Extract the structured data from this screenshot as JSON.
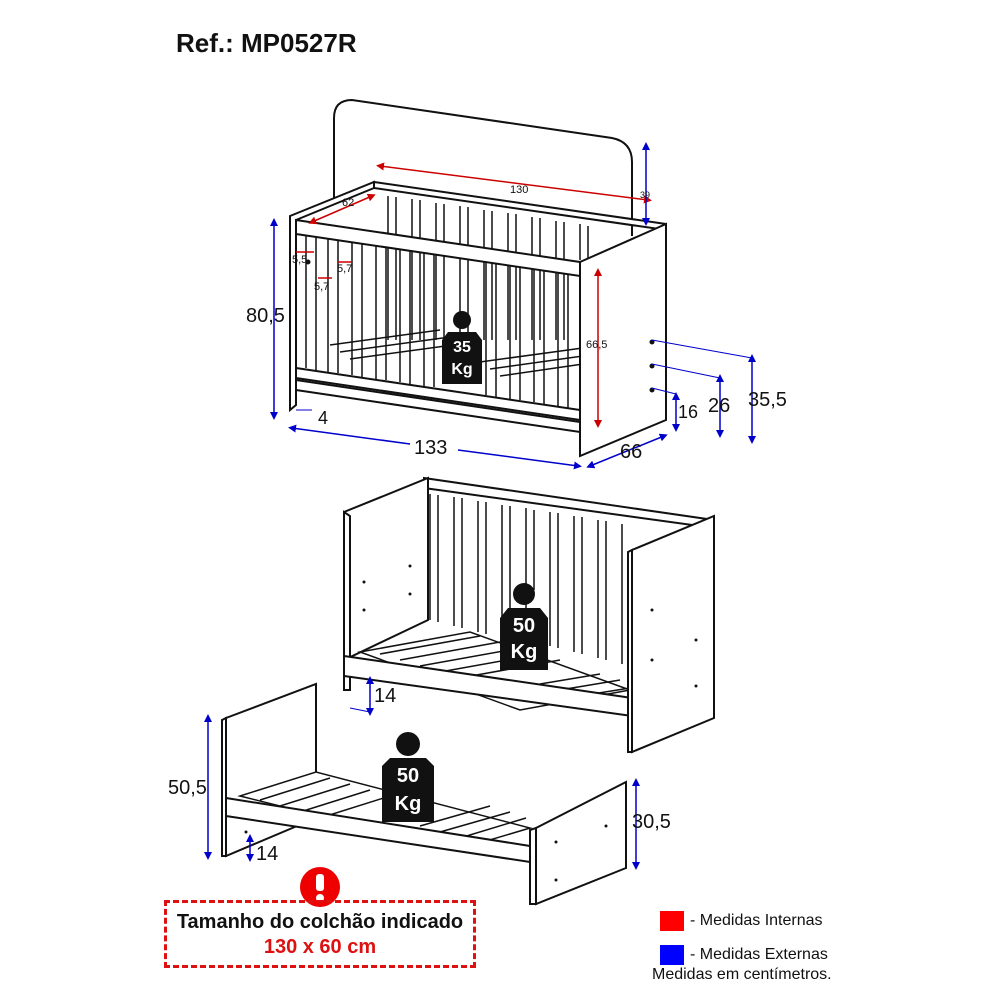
{
  "reference": "Ref.: MP0527R",
  "crib_dims": {
    "inner_length": "130",
    "inner_width": "62",
    "headboard": "39",
    "slat_gap_a": "5,5",
    "slat_gap_b": "5,7",
    "slat_gap_c": "5,7",
    "total_height": "80,5",
    "inner_height": "66,5",
    "foot": "4",
    "length": "133",
    "depth": "66",
    "h16": "16",
    "h26": "26",
    "h355": "35,5",
    "weight": [
      "35",
      "Kg"
    ]
  },
  "sofa_dims": {
    "foot": "14",
    "weight": [
      "50",
      "Kg"
    ]
  },
  "bed_dims": {
    "height": "50,5",
    "foot_height": "30,5",
    "foot": "14",
    "weight": [
      "50",
      "Kg"
    ]
  },
  "notice": {
    "line1": "Tamanho do colchão indicado",
    "line2": "130 x 60 cm"
  },
  "legend": {
    "internal": "- Medidas Internas",
    "external": "- Medidas Externas",
    "internal_color": "#ff0000",
    "external_color": "#0000ff",
    "units": "Medidas em centímetros."
  }
}
